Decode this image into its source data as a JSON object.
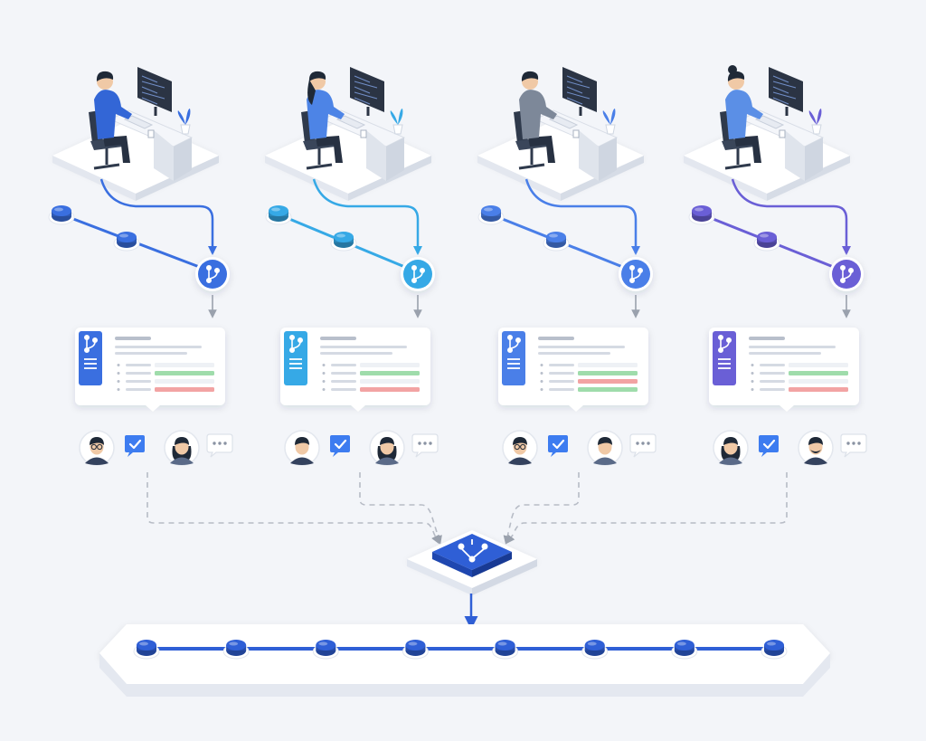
{
  "colors": {
    "background": "#f3f5f9",
    "lanes": [
      "#3a6fe0",
      "#36a9e6",
      "#4a7fe8",
      "#6a5fd6"
    ],
    "main_branch": "#2f5fd6",
    "diff_added": "#9fdcab",
    "diff_removed": "#f2a3a3",
    "approve_badge": "#3d7cf0",
    "connector_dashed": "#b7bcc6"
  },
  "icons": {
    "branch": "git-branch-icon",
    "merge": "git-merge-icon",
    "approve": "check-badge-icon",
    "comment": "comment-bubble-icon"
  },
  "lanes": [
    {
      "developer": {
        "hair": "#1f2937",
        "shirt": "#3366d6"
      },
      "lane_color": "#3a6fe0",
      "diff": [
        "ctx",
        "add",
        "ctx",
        "del"
      ],
      "reviewers": [
        {
          "hair": "#1f2937",
          "shirt": "#34425e",
          "glasses": true
        },
        {
          "hair": "#1f2937",
          "shirt": "#5a6a88",
          "long": true
        }
      ]
    },
    {
      "developer": {
        "hair": "#1f2937",
        "shirt": "#4d84e6",
        "long": true
      },
      "lane_color": "#36a9e6",
      "diff": [
        "ctx",
        "add",
        "ctx",
        "del"
      ],
      "reviewers": [
        {
          "hair": "#1f2937",
          "shirt": "#34425e"
        },
        {
          "hair": "#1f2937",
          "shirt": "#5a6a88",
          "long": true
        }
      ]
    },
    {
      "developer": {
        "hair": "#1f2937",
        "shirt": "#7d8899"
      },
      "lane_color": "#4a7fe8",
      "diff": [
        "ctx",
        "add",
        "del",
        "add"
      ],
      "reviewers": [
        {
          "hair": "#1f2937",
          "shirt": "#34425e",
          "glasses": true
        },
        {
          "hair": "#1f2937",
          "shirt": "#5a6a88"
        }
      ]
    },
    {
      "developer": {
        "hair": "#1f2937",
        "shirt": "#5b8fe6",
        "bun": true
      },
      "lane_color": "#6a5fd6",
      "diff": [
        "ctx",
        "add",
        "ctx",
        "del"
      ],
      "reviewers": [
        {
          "hair": "#1f2937",
          "shirt": "#5a6a88",
          "long": true
        },
        {
          "hair": "#1f2937",
          "shirt": "#34425e",
          "beard": true
        }
      ]
    }
  ],
  "main_branch": {
    "commit_count": 8
  }
}
